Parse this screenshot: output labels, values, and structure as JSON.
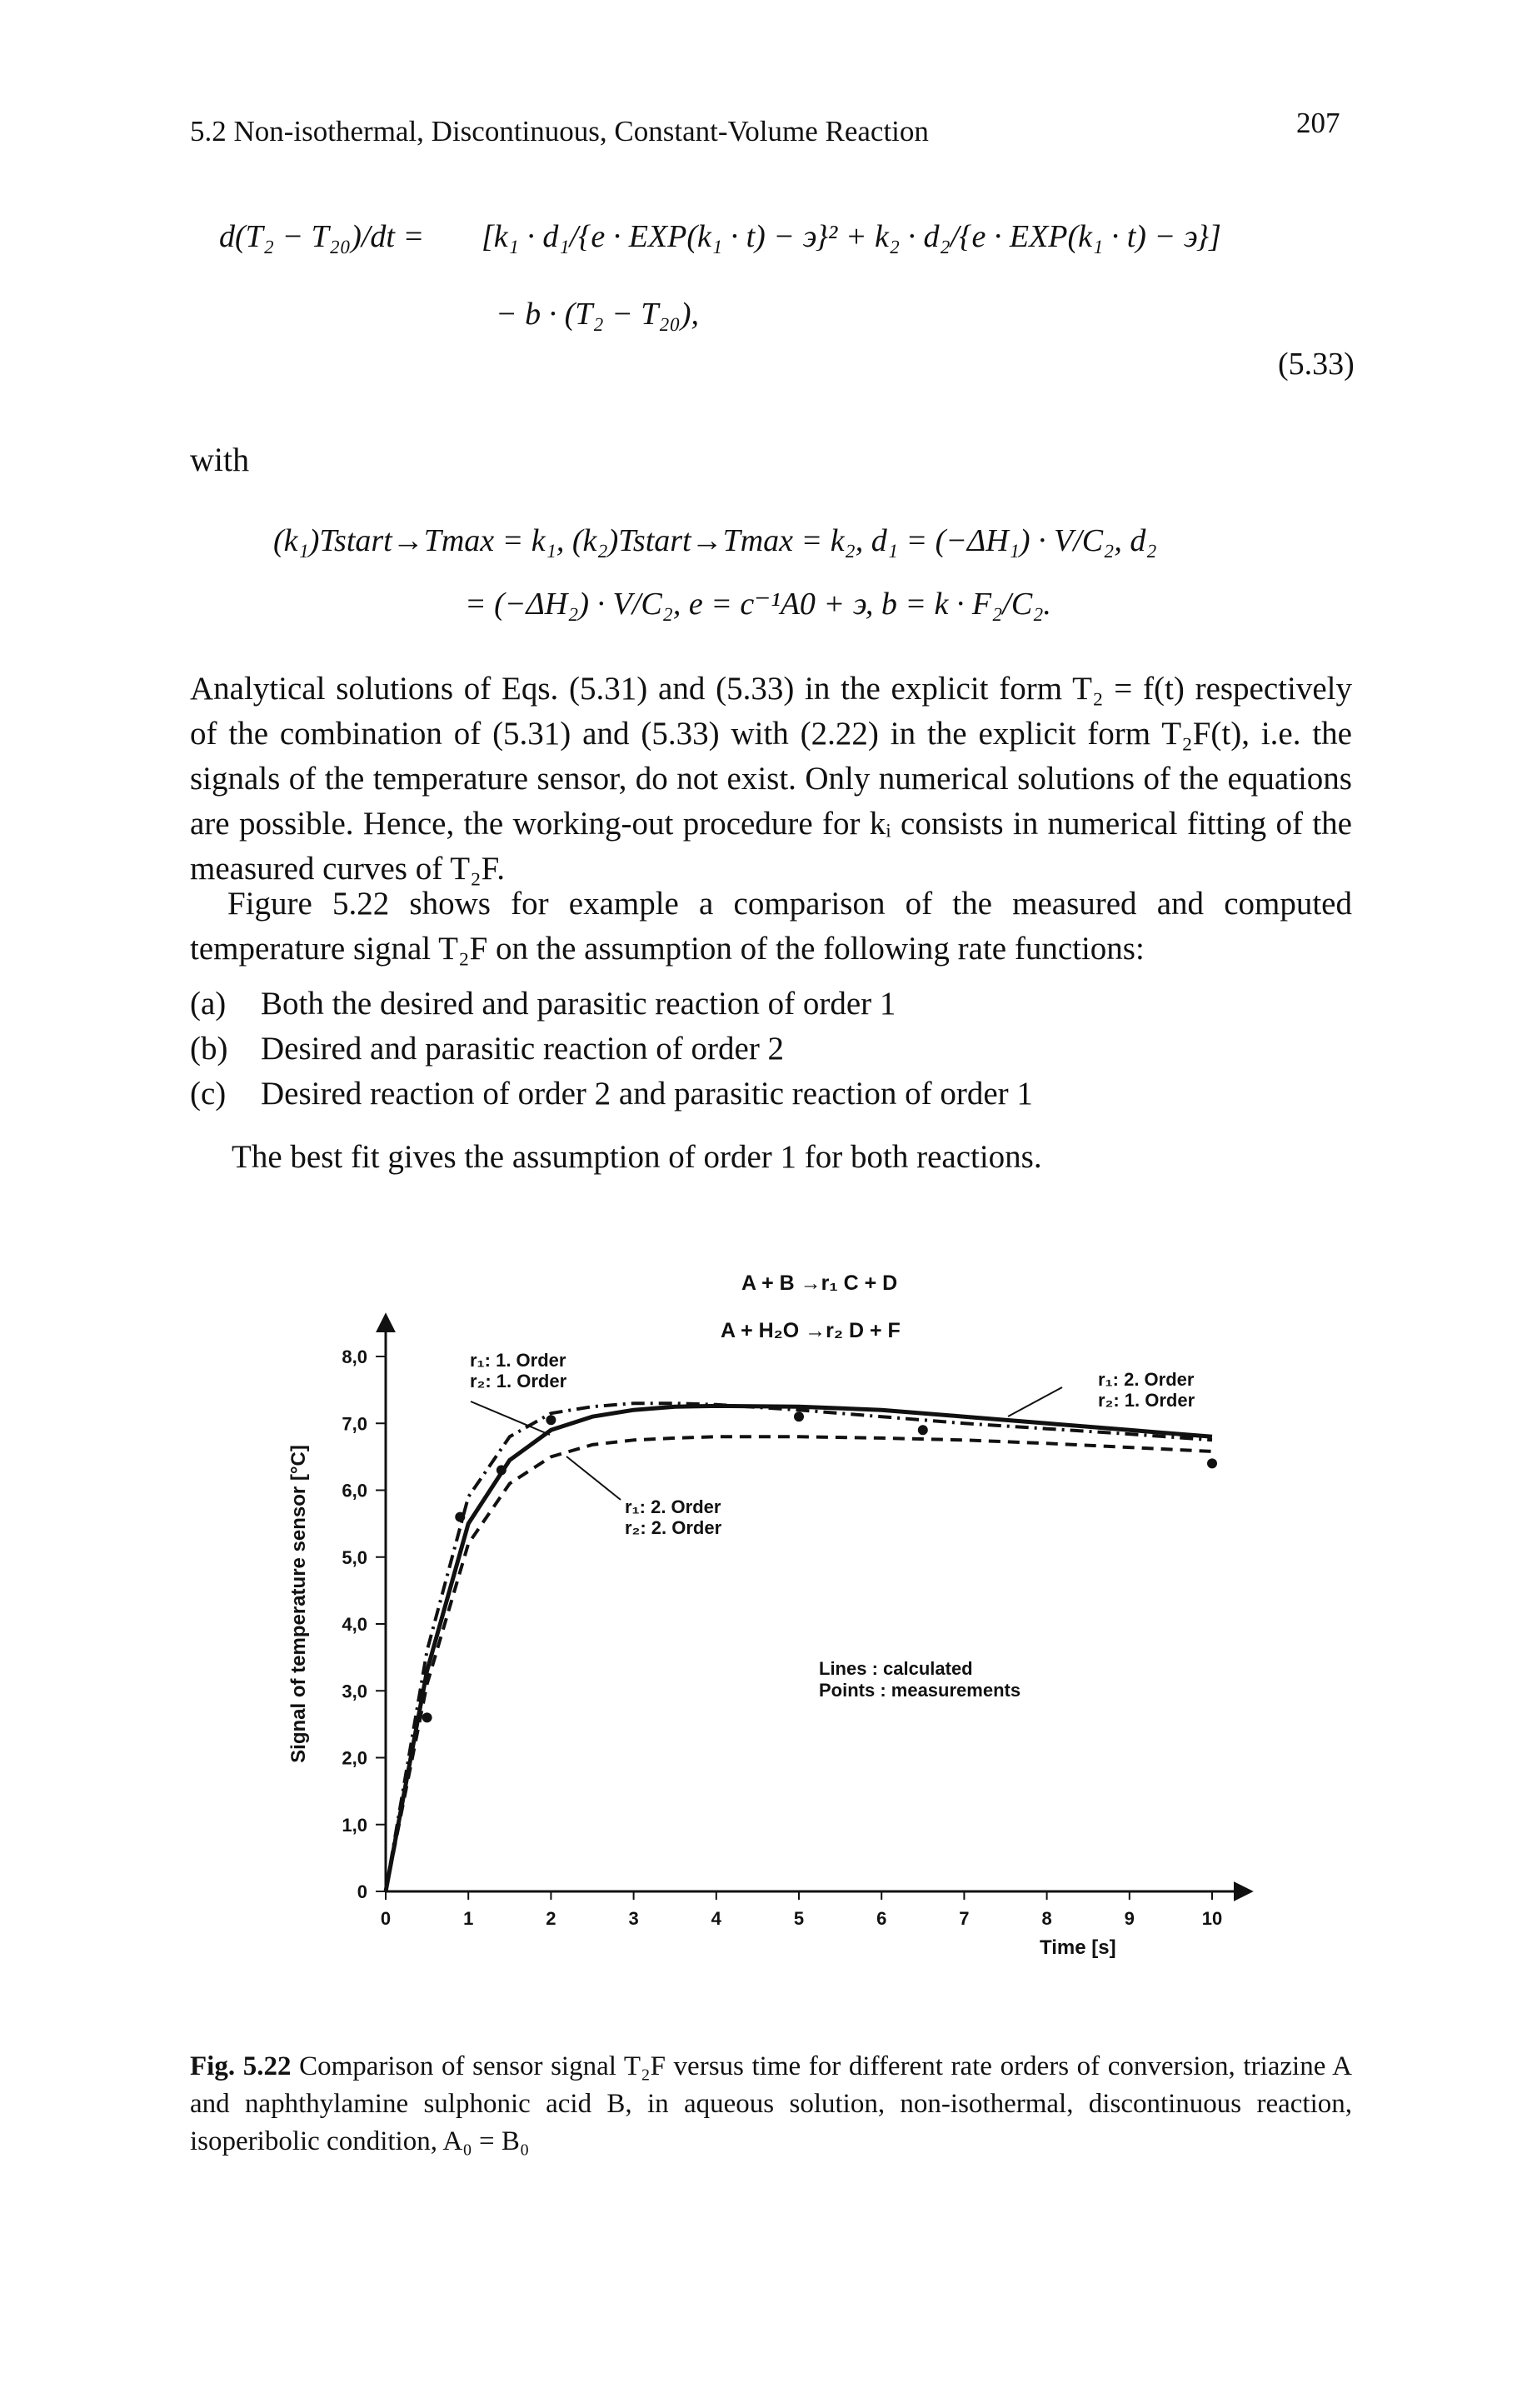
{
  "header": {
    "section": "5.2 Non-isothermal, Discontinuous, Constant-Volume Reaction",
    "page_number": "207"
  },
  "equation_533": {
    "line1_lhs": "d(T₂ − T₂₀)/dt =",
    "line1_rhs": "[k₁ · d₁/{e · EXP(k₁ · t) − ϶}² + k₂ · d₂/{e · EXP(k₁ · t) − ϶}]",
    "line2": "− b · (T₂ − T₂₀),",
    "number": "(5.33)"
  },
  "with_label": "with",
  "definitions": {
    "line1": "(k₁)Tstart→Tmax = k₁,  (k₂)Tstart→Tmax = k₂,  d₁ = (−ΔH₁) · V/C₂,  d₂",
    "line2": "= (−ΔH₂) · V/C₂,  e = c⁻¹A0 + ϶,  b = k · F₂/C₂."
  },
  "paragraphs": [
    "Analytical solutions of Eqs. (5.31) and (5.33) in the explicit form T₂ = f(t) respectively of the combination of (5.31) and (5.33) with (2.22) in the explicit form T₂F(t), i.e. the signals of the temperature sensor, do not exist. Only numerical solutions of the equations are possible. Hence, the working-out procedure for kᵢ consists in numerical fitting of the measured curves of T₂F.",
    "Figure 5.22 shows for example a comparison of the measured and computed temperature signal T₂F on the assumption of the following rate functions:"
  ],
  "list_items": [
    {
      "marker": "(a)",
      "text": "Both the desired and parasitic reaction of order 1"
    },
    {
      "marker": "(b)",
      "text": "Desired and parasitic reaction of order 2"
    },
    {
      "marker": "(c)",
      "text": "Desired reaction of order 2 and parasitic reaction of order 1"
    }
  ],
  "conclusion": "The best fit gives the assumption of order 1 for both reactions.",
  "chart_data": {
    "type": "line",
    "title": "",
    "reactions": [
      "A + B →r₁ C + D",
      "A + H₂O →r₂ D + F"
    ],
    "xlabel": "Time [s]",
    "ylabel": "Signal of temperature sensor [°C]",
    "xlim": [
      0,
      10
    ],
    "ylim": [
      0,
      8
    ],
    "x_ticks": [
      "0",
      "1",
      "2",
      "3",
      "4",
      "5",
      "6",
      "7",
      "8",
      "9",
      "10"
    ],
    "y_ticks": [
      "0",
      "1,0",
      "2,0",
      "3,0",
      "4,0",
      "5,0",
      "6,0",
      "7,0",
      "8,0"
    ],
    "legend_note": [
      "Lines : calculated",
      "Points : measurements"
    ],
    "annotations": [
      {
        "text": [
          "r₁: 1. Order",
          "r₂: 1. Order"
        ]
      },
      {
        "text": [
          "r₁: 2. Order",
          "r₂: 2. Order"
        ]
      },
      {
        "text": [
          "r₁: 2. Order",
          "r₂: 1. Order"
        ]
      }
    ],
    "series": [
      {
        "style": "dash-dot",
        "x": [
          0,
          0.5,
          1,
          1.5,
          2,
          2.5,
          3,
          3.5,
          4,
          5,
          6,
          7,
          8,
          9,
          10
        ],
        "y": [
          0,
          3.6,
          5.9,
          6.8,
          7.15,
          7.25,
          7.3,
          7.3,
          7.28,
          7.2,
          7.1,
          7.0,
          6.92,
          6.84,
          6.75
        ]
      },
      {
        "style": "solid",
        "x": [
          0,
          0.5,
          1,
          1.5,
          2,
          2.5,
          3,
          3.5,
          4,
          5,
          6,
          7,
          8,
          9,
          10
        ],
        "y": [
          0,
          3.3,
          5.5,
          6.45,
          6.9,
          7.1,
          7.2,
          7.25,
          7.26,
          7.25,
          7.2,
          7.1,
          7.0,
          6.9,
          6.8
        ]
      },
      {
        "style": "dashed",
        "x": [
          0,
          0.5,
          1,
          1.5,
          2,
          2.5,
          3,
          3.5,
          4,
          5,
          6,
          7,
          8,
          9,
          10
        ],
        "y": [
          0,
          3.1,
          5.2,
          6.1,
          6.5,
          6.68,
          6.75,
          6.78,
          6.8,
          6.8,
          6.78,
          6.75,
          6.7,
          6.64,
          6.58
        ]
      }
    ],
    "points": {
      "x": [
        0.5,
        0.9,
        1.4,
        2.0,
        5.0,
        6.5,
        10.0
      ],
      "y": [
        2.6,
        5.6,
        6.3,
        7.05,
        7.1,
        6.9,
        6.4
      ]
    }
  },
  "caption": {
    "label": "Fig. 5.22",
    "text": "Comparison of sensor signal T₂F versus time for different rate orders of conversion, triazine A and naphthylamine sulphonic acid B, in aqueous solution, non-isothermal, discontinuous reaction, isoperibolic condition, A₀ = B₀"
  }
}
